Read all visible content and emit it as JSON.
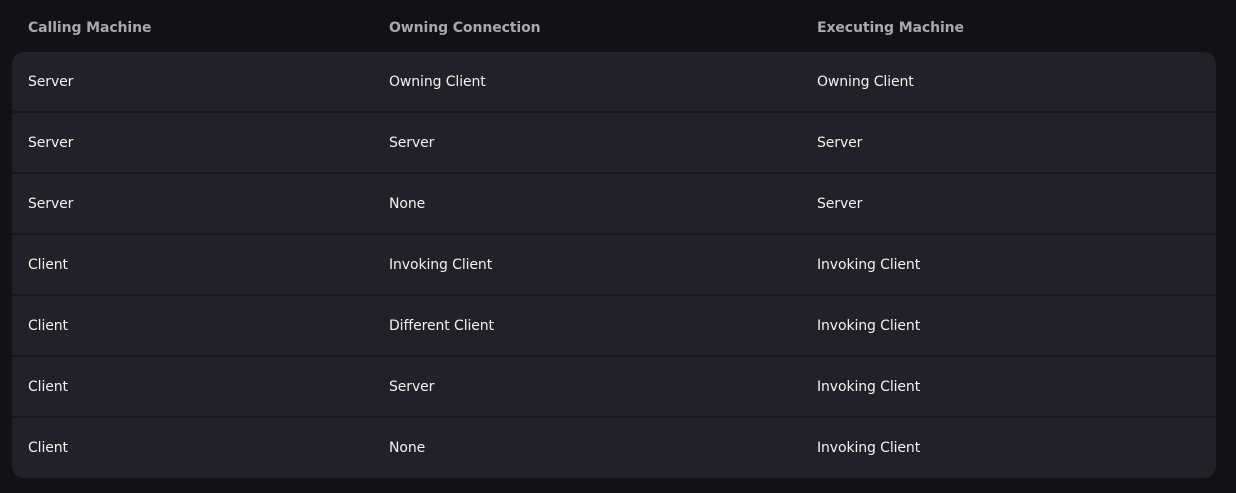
{
  "table": {
    "headers": [
      "Calling Machine",
      "Owning Connection",
      "Executing Machine"
    ],
    "rows": [
      [
        "Server",
        "Owning Client",
        "Owning Client"
      ],
      [
        "Server",
        "Server",
        "Server"
      ],
      [
        "Server",
        "None",
        "Server"
      ],
      [
        "Client",
        "Invoking Client",
        "Invoking Client"
      ],
      [
        "Client",
        "Different Client",
        "Invoking Client"
      ],
      [
        "Client",
        "Server",
        "Invoking Client"
      ],
      [
        "Client",
        "None",
        "Invoking Client"
      ]
    ]
  }
}
